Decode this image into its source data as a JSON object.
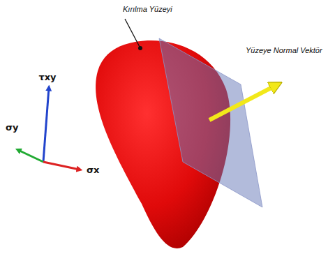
{
  "diagram": {
    "labels": [
      "Kırılma Yüzeyi",
      "Yüzeye Normal Vektör",
      "τxy",
      "σy",
      "σx"
    ]
  }
}
